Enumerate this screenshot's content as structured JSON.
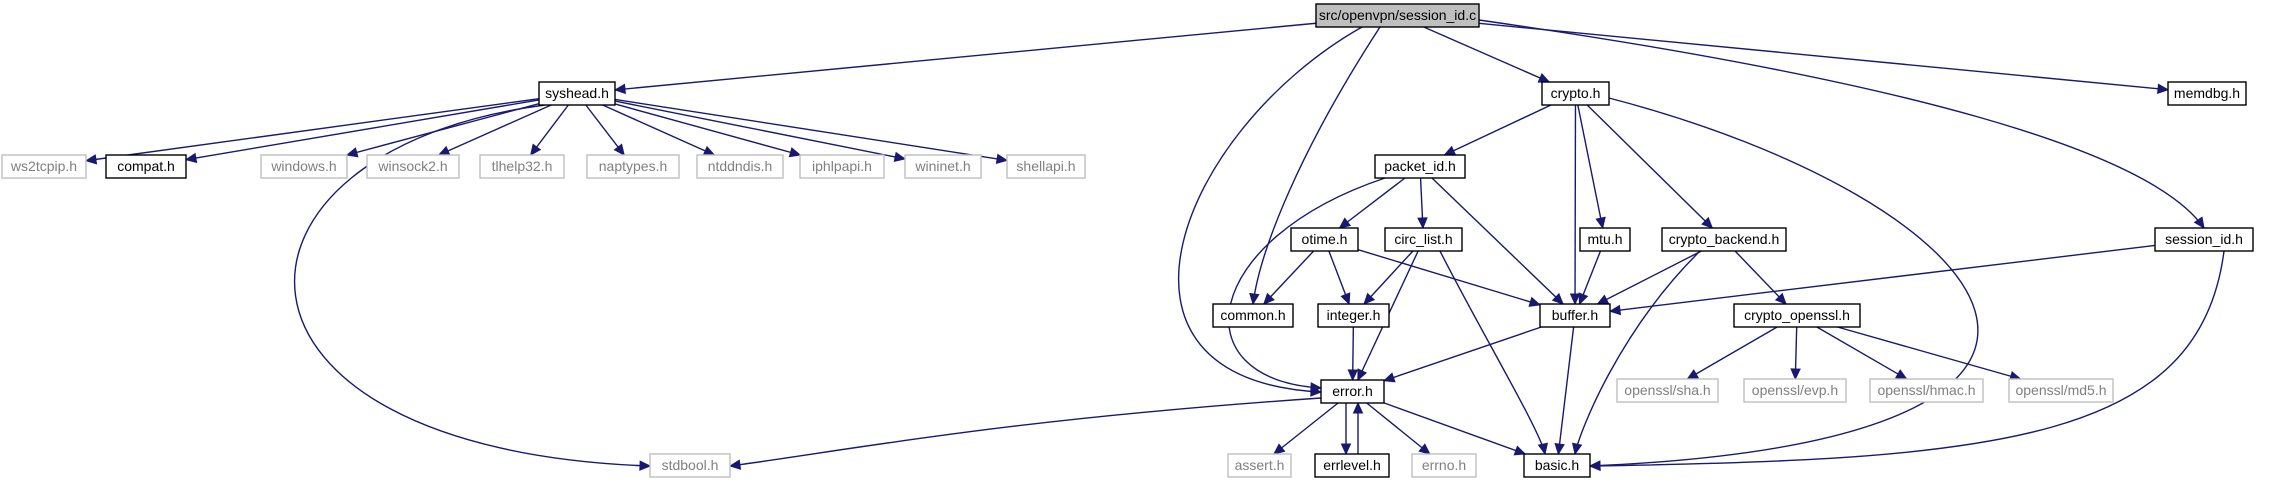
{
  "title": "src/openvpn/session_id.c",
  "colors": {
    "root_fill": "#bfbfbf",
    "node_border": "#000000",
    "missing_border": "#bfbfbf",
    "missing_text": "#808080",
    "edge": "#191970"
  },
  "nodes": [
    {
      "id": "session_id_c",
      "label": "src/openvpn/session_id.c",
      "kind": "root"
    },
    {
      "id": "syshead_h",
      "label": "syshead.h",
      "kind": "file"
    },
    {
      "id": "crypto_h",
      "label": "crypto.h",
      "kind": "file"
    },
    {
      "id": "memdbg_h",
      "label": "memdbg.h",
      "kind": "file"
    },
    {
      "id": "ws2tcpip_h",
      "label": "ws2tcpip.h",
      "kind": "missing"
    },
    {
      "id": "compat_h",
      "label": "compat.h",
      "kind": "file"
    },
    {
      "id": "windows_h",
      "label": "windows.h",
      "kind": "missing"
    },
    {
      "id": "winsock2_h",
      "label": "winsock2.h",
      "kind": "missing"
    },
    {
      "id": "tlhelp32_h",
      "label": "tlhelp32.h",
      "kind": "missing"
    },
    {
      "id": "naptypes_h",
      "label": "naptypes.h",
      "kind": "missing"
    },
    {
      "id": "ntddndis_h",
      "label": "ntddndis.h",
      "kind": "missing"
    },
    {
      "id": "iphlpapi_h",
      "label": "iphlpapi.h",
      "kind": "missing"
    },
    {
      "id": "wininet_h",
      "label": "wininet.h",
      "kind": "missing"
    },
    {
      "id": "shellapi_h",
      "label": "shellapi.h",
      "kind": "missing"
    },
    {
      "id": "packet_id_h",
      "label": "packet_id.h",
      "kind": "file"
    },
    {
      "id": "otime_h",
      "label": "otime.h",
      "kind": "file"
    },
    {
      "id": "circ_list_h",
      "label": "circ_list.h",
      "kind": "file"
    },
    {
      "id": "mtu_h",
      "label": "mtu.h",
      "kind": "file"
    },
    {
      "id": "crypto_backend_h",
      "label": "crypto_backend.h",
      "kind": "file"
    },
    {
      "id": "session_id_h",
      "label": "session_id.h",
      "kind": "file"
    },
    {
      "id": "common_h",
      "label": "common.h",
      "kind": "file"
    },
    {
      "id": "integer_h",
      "label": "integer.h",
      "kind": "file"
    },
    {
      "id": "buffer_h",
      "label": "buffer.h",
      "kind": "file"
    },
    {
      "id": "crypto_openssl_h",
      "label": "crypto_openssl.h",
      "kind": "file"
    },
    {
      "id": "openssl_sha_h",
      "label": "openssl/sha.h",
      "kind": "missing"
    },
    {
      "id": "openssl_evp_h",
      "label": "openssl/evp.h",
      "kind": "missing"
    },
    {
      "id": "openssl_hmac_h",
      "label": "openssl/hmac.h",
      "kind": "missing"
    },
    {
      "id": "openssl_md5_h",
      "label": "openssl/md5.h",
      "kind": "missing"
    },
    {
      "id": "error_h",
      "label": "error.h",
      "kind": "file"
    },
    {
      "id": "stdbool_h",
      "label": "stdbool.h",
      "kind": "missing"
    },
    {
      "id": "assert_h",
      "label": "assert.h",
      "kind": "missing"
    },
    {
      "id": "errlevel_h",
      "label": "errlevel.h",
      "kind": "file"
    },
    {
      "id": "errno_h",
      "label": "errno.h",
      "kind": "missing"
    },
    {
      "id": "basic_h",
      "label": "basic.h",
      "kind": "file"
    }
  ],
  "edges": [
    [
      "session_id_c",
      "syshead_h"
    ],
    [
      "session_id_c",
      "crypto_h"
    ],
    [
      "session_id_c",
      "memdbg_h"
    ],
    [
      "session_id_c",
      "session_id_h"
    ],
    [
      "session_id_c",
      "common_h"
    ],
    [
      "session_id_c",
      "error_h"
    ],
    [
      "syshead_h",
      "ws2tcpip_h"
    ],
    [
      "syshead_h",
      "compat_h"
    ],
    [
      "syshead_h",
      "windows_h"
    ],
    [
      "syshead_h",
      "winsock2_h"
    ],
    [
      "syshead_h",
      "tlhelp32_h"
    ],
    [
      "syshead_h",
      "naptypes_h"
    ],
    [
      "syshead_h",
      "ntddndis_h"
    ],
    [
      "syshead_h",
      "iphlpapi_h"
    ],
    [
      "syshead_h",
      "wininet_h"
    ],
    [
      "syshead_h",
      "shellapi_h"
    ],
    [
      "syshead_h",
      "stdbool_h"
    ],
    [
      "crypto_h",
      "packet_id_h"
    ],
    [
      "crypto_h",
      "mtu_h"
    ],
    [
      "crypto_h",
      "crypto_backend_h"
    ],
    [
      "crypto_h",
      "buffer_h"
    ],
    [
      "crypto_h",
      "basic_h"
    ],
    [
      "packet_id_h",
      "otime_h"
    ],
    [
      "packet_id_h",
      "circ_list_h"
    ],
    [
      "packet_id_h",
      "buffer_h"
    ],
    [
      "packet_id_h",
      "error_h"
    ],
    [
      "otime_h",
      "common_h"
    ],
    [
      "otime_h",
      "integer_h"
    ],
    [
      "otime_h",
      "buffer_h"
    ],
    [
      "circ_list_h",
      "integer_h"
    ],
    [
      "circ_list_h",
      "error_h"
    ],
    [
      "circ_list_h",
      "basic_h"
    ],
    [
      "mtu_h",
      "buffer_h"
    ],
    [
      "crypto_backend_h",
      "crypto_openssl_h"
    ],
    [
      "crypto_backend_h",
      "buffer_h"
    ],
    [
      "crypto_backend_h",
      "basic_h"
    ],
    [
      "session_id_h",
      "buffer_h"
    ],
    [
      "session_id_h",
      "basic_h"
    ],
    [
      "integer_h",
      "error_h"
    ],
    [
      "buffer_h",
      "error_h"
    ],
    [
      "buffer_h",
      "basic_h"
    ],
    [
      "crypto_openssl_h",
      "openssl_sha_h"
    ],
    [
      "crypto_openssl_h",
      "openssl_evp_h"
    ],
    [
      "crypto_openssl_h",
      "openssl_hmac_h"
    ],
    [
      "crypto_openssl_h",
      "openssl_md5_h"
    ],
    [
      "error_h",
      "stdbool_h"
    ],
    [
      "error_h",
      "assert_h"
    ],
    [
      "error_h",
      "errlevel_h"
    ],
    [
      "error_h",
      "errno_h"
    ],
    [
      "error_h",
      "basic_h"
    ],
    [
      "errlevel_h",
      "error_h"
    ]
  ]
}
